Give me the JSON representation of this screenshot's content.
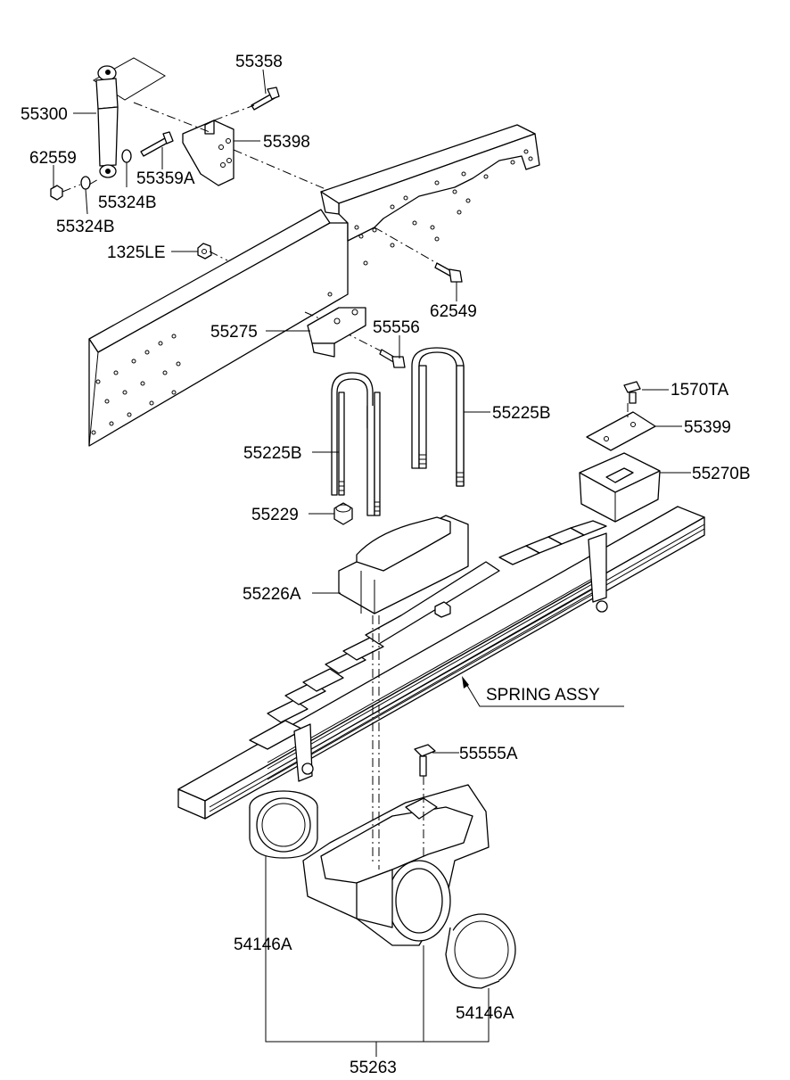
{
  "labels": {
    "p55358": "55358",
    "p55300": "55300",
    "p55398": "55398",
    "p62559": "62559",
    "p55359A": "55359A",
    "p55324B_a": "55324B",
    "p55324B_b": "55324B",
    "p1325LE": "1325LE",
    "p62549": "62549",
    "p55275": "55275",
    "p55556": "55556",
    "p55225B_right": "55225B",
    "p1570TA": "1570TA",
    "p55399": "55399",
    "p55225B_left": "55225B",
    "p55270B": "55270B",
    "p55229": "55229",
    "p55226A": "55226A",
    "spring_assy": "SPRING ASSY",
    "p55555A": "55555A",
    "p54146A_left": "54146A",
    "p54146A_right": "54146A",
    "p55263": "55263"
  }
}
